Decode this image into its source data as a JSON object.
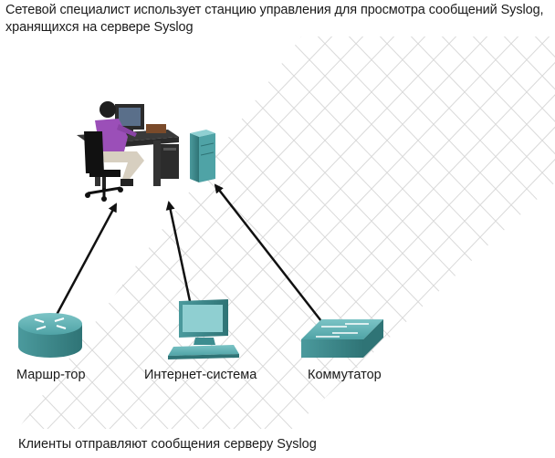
{
  "diagram": {
    "title": "Сетевой специалист использует станцию управления для просмотра сообщений Syslog, хранящихся на сервере Syslog",
    "caption": "Клиенты отправляют сообщения серверу Syslog",
    "devices": [
      {
        "label": "Маршр-тор",
        "icon": "router-icon"
      },
      {
        "label": "Интернет-система",
        "icon": "computer-icon"
      },
      {
        "label": "Коммутатор",
        "icon": "switch-icon"
      }
    ],
    "stations": [
      {
        "icon": "network-specialist-workstation-icon"
      },
      {
        "icon": "syslog-server-icon"
      }
    ],
    "colors": {
      "device_teal": "#4fa3a6",
      "device_teal_dark": "#2f7476",
      "grid": "#d9d9d9",
      "arrow": "#111111",
      "person_shirt": "#9b4fb8"
    }
  }
}
